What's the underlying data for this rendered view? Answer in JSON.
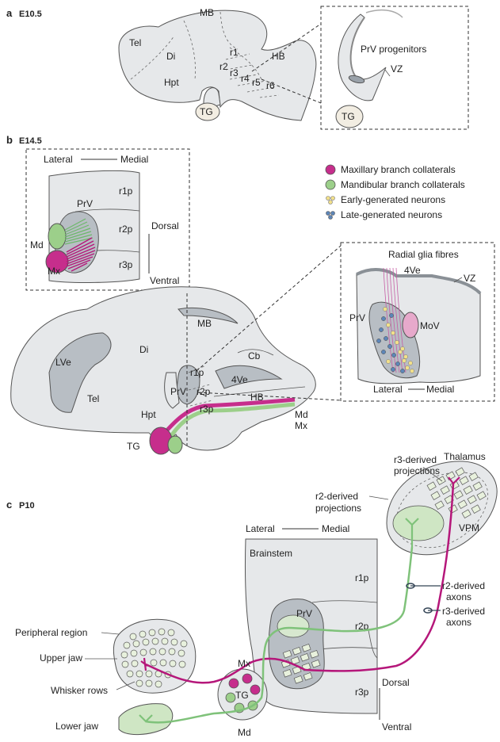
{
  "colors": {
    "maxillary": "#c62e8c",
    "mandibular": "#9ccf8a",
    "early_neuron": "#f2e08a",
    "late_neuron": "#5d86b8",
    "tissue": "#e6e8ea",
    "tissue_dark": "#b8bec4"
  },
  "panel_a": {
    "letter": "a",
    "stage": "E10.5",
    "labels": {
      "mb": "MB",
      "tel": "Tel",
      "di": "Di",
      "hb": "HB",
      "hpt": "Hpt",
      "tg": "TG",
      "r1": "r1",
      "r2": "r2",
      "r3": "r3",
      "r4": "r4",
      "r5": "r5",
      "r6": "r6"
    },
    "inset": {
      "prv_progenitors": "PrV progenitors",
      "vz": "VZ",
      "tg": "TG"
    }
  },
  "panel_b": {
    "letter": "b",
    "stage": "E14.5",
    "inset_left": {
      "lateral": "Lateral",
      "medial": "Medial",
      "prv": "PrV",
      "r1p": "r1p",
      "r2p": "r2p",
      "r3p": "r3p",
      "dorsal": "Dorsal",
      "ventral": "Ventral",
      "md": "Md",
      "mx": "Mx"
    },
    "legend": [
      {
        "label": "Maxillary branch collaterals",
        "kind": "maxillary"
      },
      {
        "label": "Mandibular branch collaterals",
        "kind": "mandibular"
      },
      {
        "label": "Early-generated neurons",
        "kind": "early"
      },
      {
        "label": "Late-generated neurons",
        "kind": "late"
      }
    ],
    "main": {
      "mb": "MB",
      "di": "Di",
      "lve": "LVe",
      "tel": "Tel",
      "cb": "Cb",
      "r1p": "r1p",
      "prv": "PrV",
      "r2p": "r2p",
      "fourth_ve": "4Ve",
      "r3p": "r3p",
      "hb": "HB",
      "hpt": "Hpt",
      "md": "Md",
      "mx": "Mx",
      "tg": "TG"
    },
    "inset_right": {
      "radial_glia": "Radial glia fibres",
      "fourth_ve": "4Ve",
      "vz": "VZ",
      "prv": "PrV",
      "mov": "MoV",
      "lateral": "Lateral",
      "medial": "Medial"
    }
  },
  "panel_c": {
    "letter": "c",
    "stage": "P10",
    "thalamus": "Thalamus",
    "r3_projections": "r3-derived\nprojections",
    "r2_projections": "r2-derived\nprojections",
    "vpm": "VPM",
    "lateral": "Lateral",
    "medial": "Medial",
    "brainstem": "Brainstem",
    "r1p": "r1p",
    "prv": "PrV",
    "r2p": "r2p",
    "r3p": "r3p",
    "dorsal": "Dorsal",
    "ventral": "Ventral",
    "r2_axons": "r2-derived\naxons",
    "r3_axons": "r3-derived\naxons",
    "peripheral_region": "Peripheral region",
    "upper_jaw": "Upper jaw",
    "whisker_rows": "Whisker rows",
    "lower_jaw": "Lower jaw",
    "mx": "Mx",
    "tg": "TG",
    "md": "Md"
  }
}
